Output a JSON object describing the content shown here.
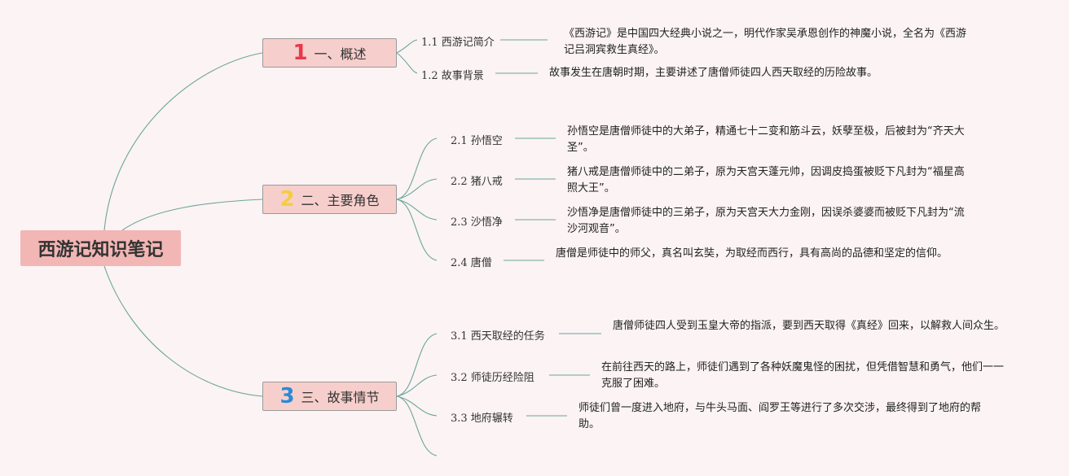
{
  "root": {
    "title": "西游记知识笔记"
  },
  "colors": {
    "n1": "#e63a4d",
    "n2": "#f5cd3d",
    "n3": "#2b8ad8",
    "line": "#6aa69a"
  },
  "branches": [
    {
      "num": "1",
      "label": "一、概述",
      "num_color": "#e63a4d",
      "leaves": [
        {
          "label": "1.1 西游记简介",
          "desc": "《西游记》是中国四大经典小说之一，明代作家吴承恩创作的神魔小说，全名为《西游记吕洞宾救生真经》。"
        },
        {
          "label": "1.2 故事背景",
          "desc": "故事发生在唐朝时期，主要讲述了唐僧师徒四人西天取经的历险故事。"
        }
      ]
    },
    {
      "num": "2",
      "label": "二、主要角色",
      "num_color": "#f5cd3d",
      "leaves": [
        {
          "label": "2.1 孙悟空",
          "desc": "孙悟空是唐僧师徒中的大弟子，精通七十二变和筋斗云，妖孽至极，后被封为“齐天大圣”。"
        },
        {
          "label": "2.2 猪八戒",
          "desc": "猪八戒是唐僧师徒中的二弟子，原为天宫天蓬元帅，因调皮捣蛋被贬下凡封为“福星高照大王”。"
        },
        {
          "label": "2.3 沙悟净",
          "desc": "沙悟净是唐僧师徒中的三弟子，原为天宫天大力金刚，因误杀婆婆而被贬下凡封为“流沙河观音”。"
        },
        {
          "label": "2.4 唐僧",
          "desc": "唐僧是师徒中的师父，真名叫玄奘，为取经而西行，具有高尚的品德和坚定的信仰。"
        }
      ]
    },
    {
      "num": "3",
      "label": "三、故事情节",
      "num_color": "#2b8ad8",
      "leaves": [
        {
          "label": "3.1 西天取经的任务",
          "desc": "唐僧师徒四人受到玉皇大帝的指派，要到西天取得《真经》回来，以解救人间众生。"
        },
        {
          "label": "3.2 师徒历经险阻",
          "desc": "在前往西天的路上，师徒们遇到了各种妖魔鬼怪的困扰，但凭借智慧和勇气，他们一一克服了困难。"
        },
        {
          "label": "3.3 地府辗转",
          "desc": "师徒们曾一度进入地府，与牛头马面、阎罗王等进行了多次交涉，最终得到了地府的帮助。"
        }
      ]
    }
  ]
}
